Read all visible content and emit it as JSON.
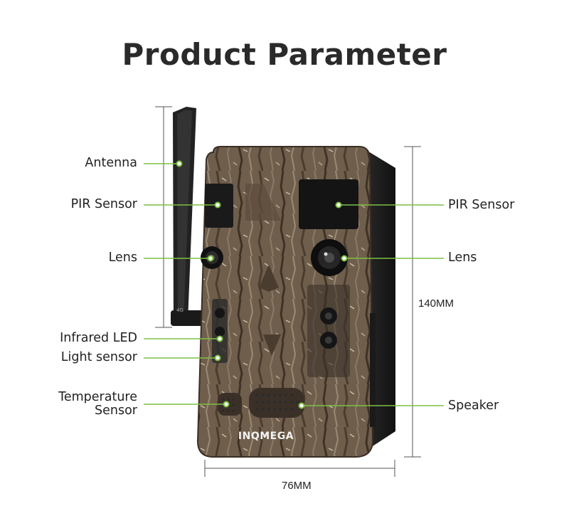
{
  "title": "Product Parameter",
  "brand": "INQMEGA",
  "labels": {
    "antenna": "Antenna",
    "pir_left": "PIR Sensor",
    "lens_left": "Lens",
    "infrared_led": "Infrared LED",
    "light_sensor": "Light sensor",
    "temperature_line1": "Temperature",
    "temperature_line2": "Sensor",
    "pir_right": "PIR Sensor",
    "lens_right": "Lens",
    "speaker": "Speaker"
  },
  "dimensions": {
    "height": "140MM",
    "width": "76MM"
  },
  "colors": {
    "callout_line": "#7cc043",
    "title": "#2a2a2a",
    "camo_base": "#6b5a48",
    "antenna": "#1f1f1f"
  }
}
